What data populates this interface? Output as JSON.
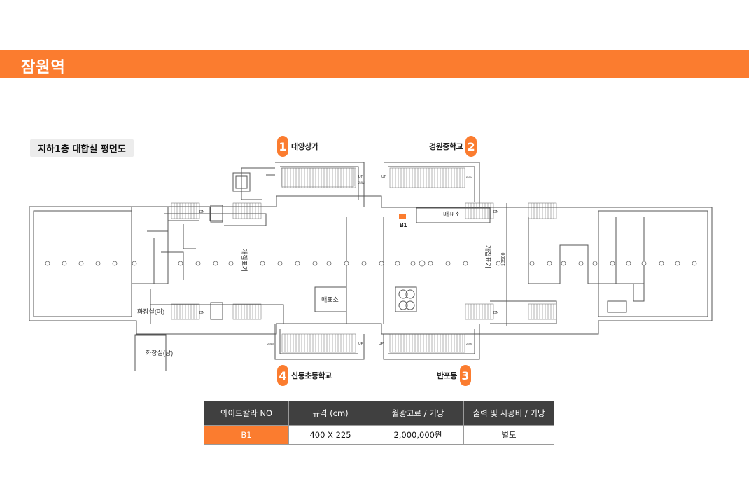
{
  "banner": {
    "title": "잠원역"
  },
  "plan": {
    "title": "지하1층 대합실 평면도",
    "exits": [
      {
        "num": "1",
        "label": "대양상가"
      },
      {
        "num": "2",
        "label": "경원중학교"
      },
      {
        "num": "3",
        "label": "반포동"
      },
      {
        "num": "4",
        "label": "신동초등학교"
      }
    ],
    "ad_marker": "B1",
    "ticket_office": "매표소",
    "gate": "개집표기",
    "restroom_female": "화장실(여)",
    "restroom_male": "화장실(남)",
    "dimension": "18500",
    "up": "UP",
    "dn": "DN",
    "height_note": "2.8M",
    "accent_color": "#fb7c2f"
  },
  "pricing": {
    "headers": [
      "와이드칼라 NO",
      "규격 (cm)",
      "월광고료 / 기당",
      "출력 및 시공비 / 기당"
    ],
    "row": [
      "B1",
      "400 X 225",
      "2,000,000원",
      "별도"
    ]
  }
}
